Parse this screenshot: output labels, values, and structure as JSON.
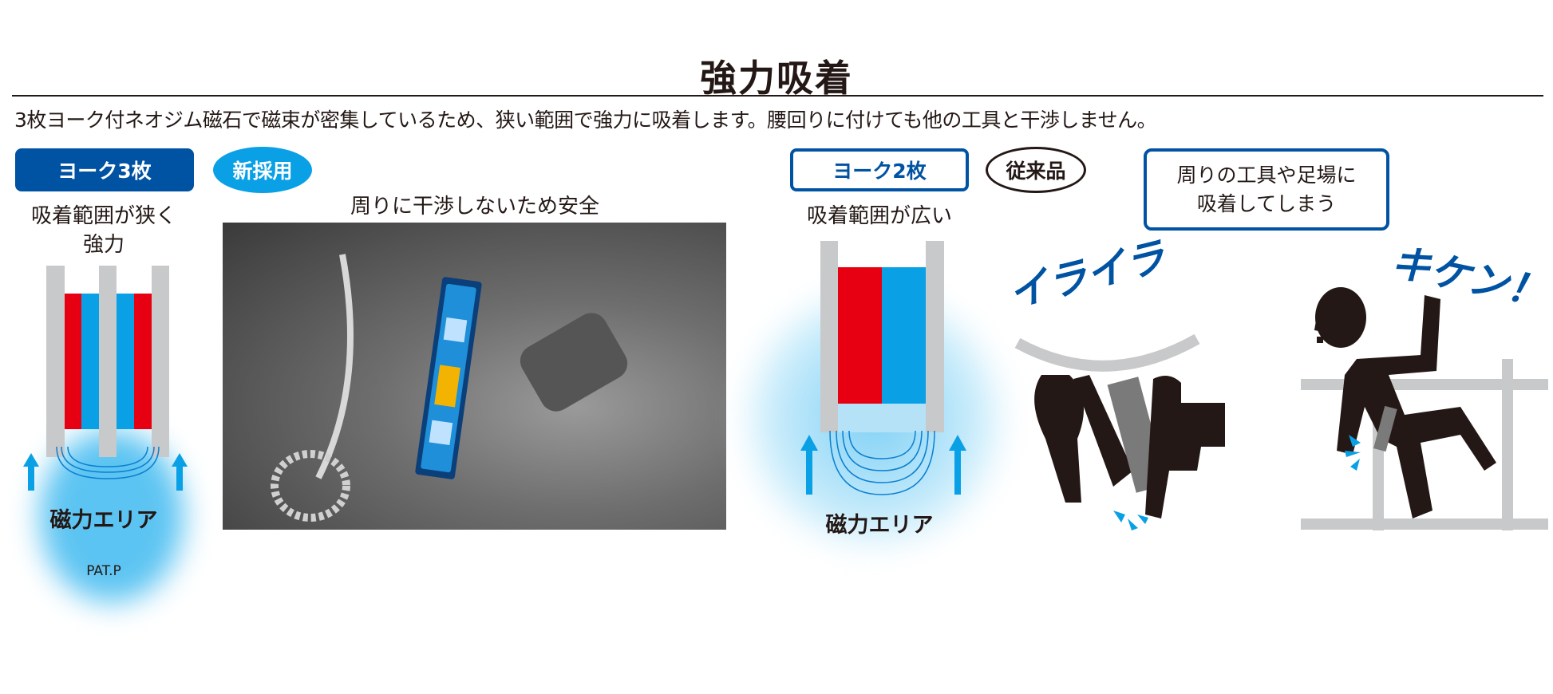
{
  "title": "強力吸着",
  "lead": "3枚ヨーク付ネオジム磁石で磁束が密集しているため、狭い範囲で強力に吸着します。腰回りに付けても他の工具と干渉しません。",
  "new_product": {
    "badge": "ヨーク3枚",
    "tag": "新採用",
    "caption_line1": "吸着範囲が狭く",
    "caption_line2": "強力",
    "area_label": "磁力エリア",
    "patent": "PAT.P",
    "photo_caption": "周りに干渉しないため安全"
  },
  "old_product": {
    "badge": "ヨーク2枚",
    "tag": "従来品",
    "caption": "吸着範囲が広い",
    "area_label": "磁力エリア",
    "problem_line1": "周りの工具や足場に",
    "problem_line2": "吸着してしまう",
    "annoyed": "イライラ",
    "danger": "キケン！"
  },
  "colors": {
    "navy": "#0052a2",
    "light_blue": "#0aa0e6",
    "red": "#e60012",
    "yoke_gray": "#c8c9ca"
  }
}
